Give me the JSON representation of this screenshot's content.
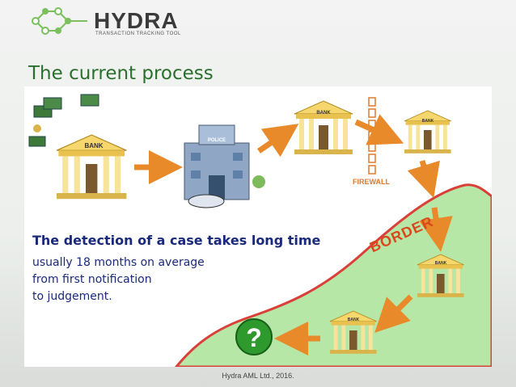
{
  "header": {
    "logo_name": "HYDRA",
    "logo_tagline": "TRANSACTION TRACKING TOOL",
    "slide_title": "The current process"
  },
  "diagram": {
    "bank_label": "BANK",
    "police_label": "POLICE",
    "firewall_label": "FIREWALL",
    "border_label": "BORDER",
    "question_mark": "?"
  },
  "text": {
    "headline_bold": "The detection of a case",
    "headline_rest": " takes long time",
    "lines": [
      "usually 18 months on average",
      "from first notification",
      "to judgement."
    ]
  },
  "footer": {
    "text": "Hydra AML Ltd., 2016."
  },
  "colors": {
    "title_green": "#2b6f2e",
    "text_blue": "#1a2a7a",
    "arrow_orange": "#e8892a",
    "border_red": "#d9481c",
    "land_green": "#b7e7a6",
    "land_edge": "#d9403a"
  }
}
